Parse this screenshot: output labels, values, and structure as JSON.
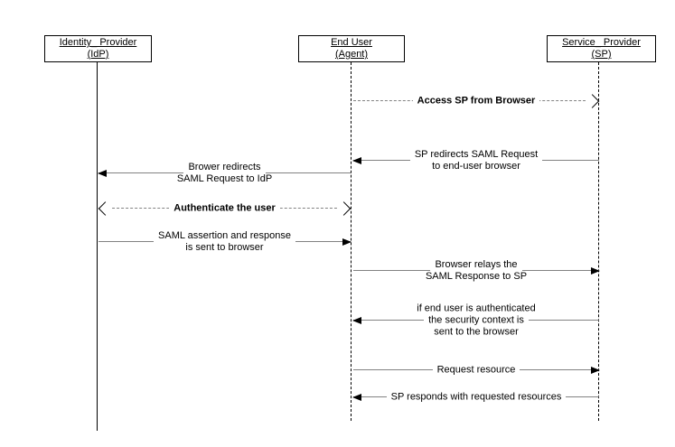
{
  "actors": [
    {
      "name": "Identity_ Provider",
      "sub": "(IdP)"
    },
    {
      "name": "End User",
      "sub": "(Agent)"
    },
    {
      "name": "Service_ Provider",
      "sub": "(SP)"
    }
  ],
  "messages": [
    {
      "from": "End User",
      "to": "Service Provider",
      "line_style": "dashed",
      "arrowheads": "open-right",
      "emphasis": "bold",
      "line1": "Access SP from Browser"
    },
    {
      "from": "Service Provider",
      "to": "End User",
      "line_style": "solid",
      "arrowheads": "filled-left",
      "emphasis": "normal",
      "line1": "SP redirects SAML Request",
      "line2": "to end-user browser"
    },
    {
      "from": "End User",
      "to": "Identity Provider",
      "line_style": "solid",
      "arrowheads": "filled-left",
      "emphasis": "normal",
      "line1": "Brower redirects",
      "line2": "SAML Request to IdP"
    },
    {
      "from": "Identity Provider",
      "to": "End User",
      "line_style": "dashed",
      "arrowheads": "open-both",
      "emphasis": "bold",
      "line1": "Authenticate the user"
    },
    {
      "from": "Identity Provider",
      "to": "End User",
      "line_style": "solid",
      "arrowheads": "filled-right",
      "emphasis": "normal",
      "line1": "SAML assertion and response",
      "line2": "is sent to browser"
    },
    {
      "from": "End User",
      "to": "Service Provider",
      "line_style": "solid",
      "arrowheads": "filled-right",
      "emphasis": "normal",
      "line1": "Browser relays the",
      "line2": "SAML Response to SP"
    },
    {
      "from": "Service Provider",
      "to": "End User",
      "line_style": "solid",
      "arrowheads": "filled-left",
      "emphasis": "normal",
      "line1": "if end user is authenticated",
      "line2": "the security context is",
      "line3": "sent to the browser"
    },
    {
      "from": "End User",
      "to": "Service Provider",
      "line_style": "solid",
      "arrowheads": "filled-right",
      "emphasis": "normal",
      "line1": "Request resource"
    },
    {
      "from": "Service Provider",
      "to": "End User",
      "line_style": "solid",
      "arrowheads": "filled-left",
      "emphasis": "normal",
      "line1": "SP responds with requested resources"
    }
  ],
  "colors": {
    "message_line": "#828282",
    "lifeline": "#000000",
    "text": "#000000",
    "background": "#ffffff"
  }
}
